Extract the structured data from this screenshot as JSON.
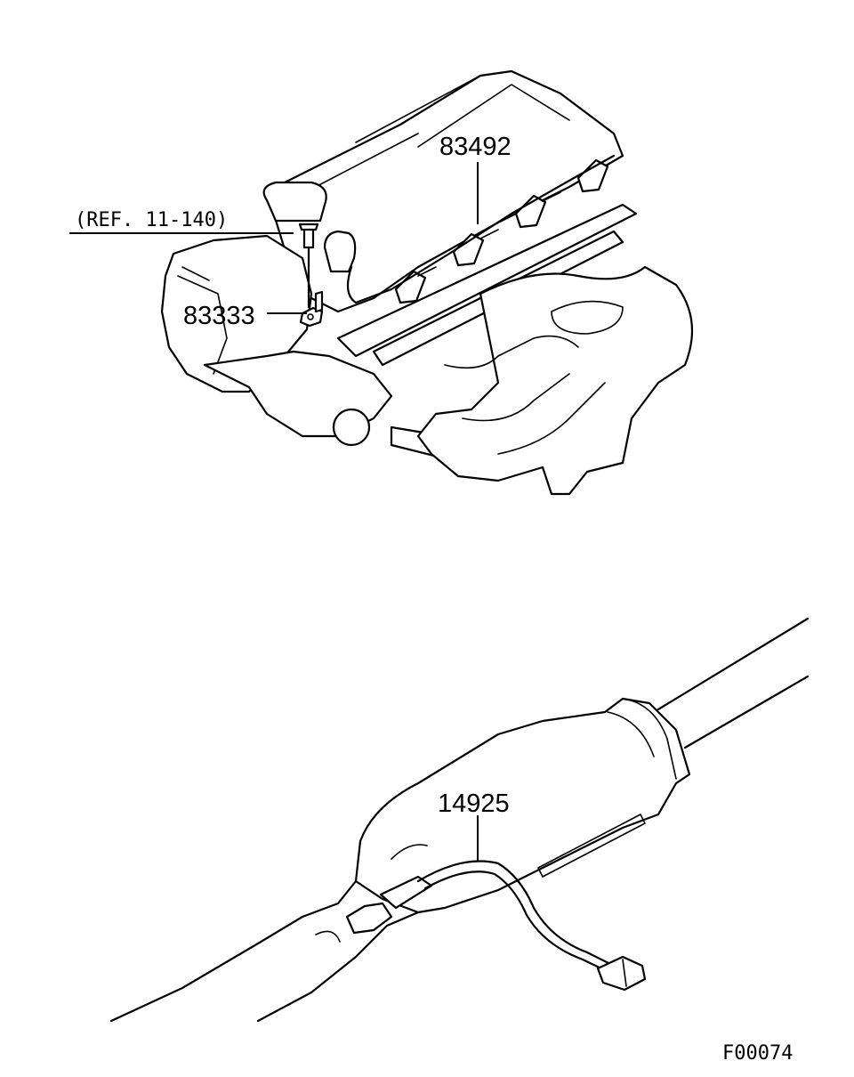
{
  "labels": {
    "ref": "(REF. 11-140)",
    "part_83492": "83492",
    "part_83333": "83333",
    "part_14925": "14925",
    "figure_id": "F00074"
  }
}
